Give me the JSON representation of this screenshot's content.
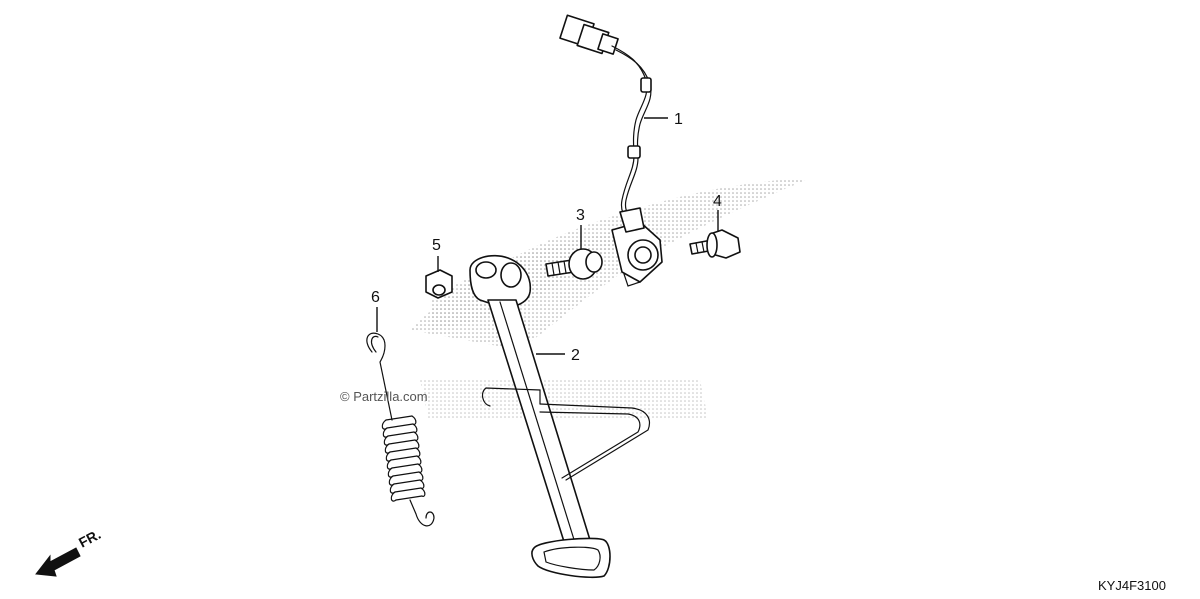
{
  "diagram": {
    "part_callouts": [
      "1",
      "2",
      "3",
      "4",
      "5",
      "6"
    ],
    "watermark": "© Partzilla.com",
    "diagram_code": "KYJ4F3100",
    "direction_label": "FR.",
    "colors": {
      "line": "#111111",
      "background": "#ffffff",
      "watermark_dots": "#9a9a9a"
    }
  }
}
